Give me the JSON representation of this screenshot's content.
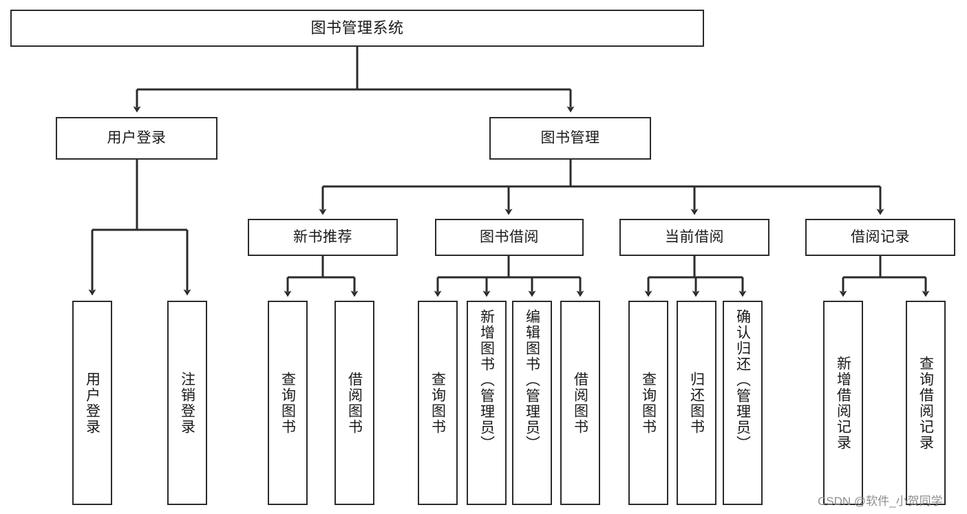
{
  "diagram": {
    "title": "图书管理系统",
    "type": "功能结构图",
    "root": {
      "label": "图书管理系统"
    },
    "level2": [
      {
        "label": "用户登录"
      },
      {
        "label": "图书管理"
      }
    ],
    "level3": [
      {
        "label": "新书推荐"
      },
      {
        "label": "图书借阅"
      },
      {
        "label": "当前借阅"
      },
      {
        "label": "借阅记录"
      }
    ],
    "leaves": {
      "user_login": [
        {
          "label": "用户登录"
        },
        {
          "label": "注销登录"
        }
      ],
      "new_book": [
        {
          "label": "查询图书"
        },
        {
          "label": "借阅图书"
        }
      ],
      "book_borrow": [
        {
          "label": "查询图书"
        },
        {
          "label": "新增图书（管理员）"
        },
        {
          "label": "编辑图书（管理员）"
        },
        {
          "label": "借阅图书"
        }
      ],
      "current_borrow": [
        {
          "label": "查询图书"
        },
        {
          "label": "归还图书"
        },
        {
          "label": "确认归还（管理员）"
        }
      ],
      "borrow_record": [
        {
          "label": "新增借阅记录"
        },
        {
          "label": "查询借阅记录"
        }
      ]
    }
  },
  "watermark": {
    "text": "CSDN @软件_小贺同学"
  },
  "colors": {
    "stroke": "#2b2b2b",
    "fill": "#ffffff",
    "text": "#1a1a1a",
    "watermark": "#8d8d8d"
  }
}
